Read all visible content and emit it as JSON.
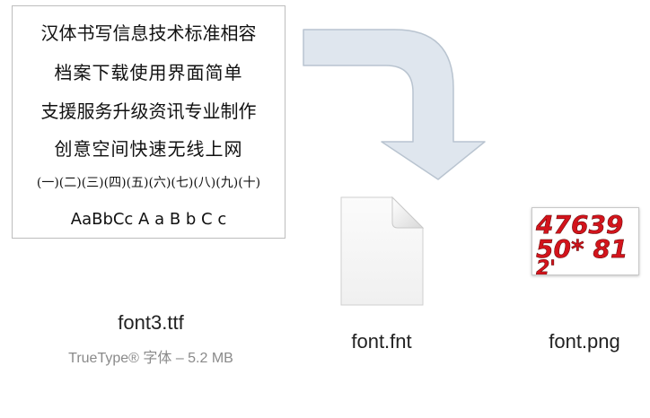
{
  "ttf_preview": {
    "lines": [
      "汉体书写信息技术标准相容",
      "档案下载使用界面简单",
      "支援服务升级资讯专业制作",
      "创意空间快速无线上网",
      "(一)(二)(三)(四)(五)(六)(七)(八)(九)(十)",
      "AaBbCc A a B b C c"
    ]
  },
  "files": [
    {
      "name": "font3.ttf",
      "subtitle": "TrueType® 字体 – 5.2 MB"
    },
    {
      "name": "font.fnt"
    },
    {
      "name": "font.png"
    }
  ],
  "png_preview": {
    "line1": "47639",
    "line2": "50* 81",
    "line3": "2'"
  },
  "colors": {
    "arrow_fill": "#dfe6ee",
    "arrow_stroke": "#b9c4d0",
    "glyph_red": "#d3141c"
  },
  "icons": {
    "arrow": "curved-down-arrow-icon",
    "document": "document-icon"
  }
}
